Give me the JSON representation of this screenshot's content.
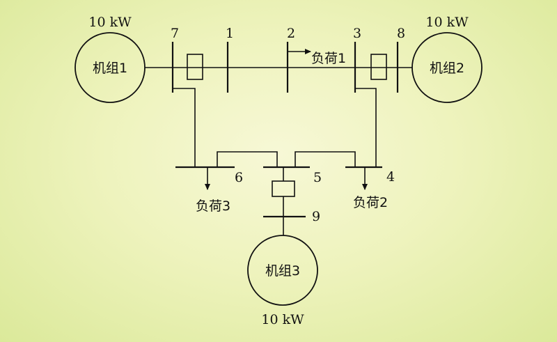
{
  "generators": [
    {
      "label": "机组1",
      "power": "10 kW"
    },
    {
      "label": "机组2",
      "power": "10 kW"
    },
    {
      "label": "机组3",
      "power": "10 kW"
    }
  ],
  "buses": [
    "1",
    "2",
    "3",
    "4",
    "5",
    "6",
    "7",
    "8",
    "9"
  ],
  "loads": [
    "负荷1",
    "负荷2",
    "负荷3"
  ]
}
